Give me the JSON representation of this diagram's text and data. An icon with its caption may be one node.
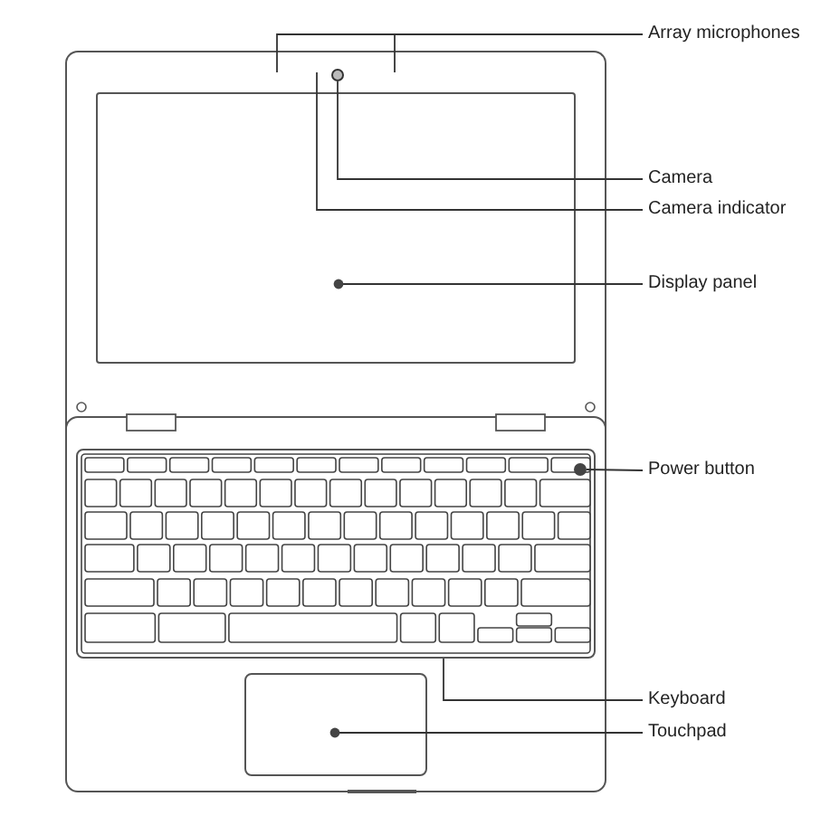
{
  "diagram": {
    "nodes": [
      {
        "text": [],
        "shape": "box"
      },
      {
        "text": [],
        "shape": "circle",
        "in": 0
      },
      {
        "text": [],
        "shape": "box",
        "in": 0
      },
      {
        "text": [],
        "shape": "box"
      },
      {
        "text": [],
        "shape": "box",
        "in": 3
      },
      {
        "text": [],
        "shape": "circle",
        "in": 4
      },
      {
        "text": [],
        "shape": "box",
        "in": 3
      },
      {
        "text": [
          "Array microphones"
        ]
      },
      {
        "text": [
          "Camera"
        ]
      },
      {
        "text": [
          "Camera indicator"
        ]
      },
      {
        "text": [
          "Display panel"
        ]
      },
      {
        "text": [
          "Power button"
        ]
      },
      {
        "text": [
          "Keyboard"
        ]
      },
      {
        "text": [
          "Touchpad"
        ]
      }
    ],
    "edges": [
      {
        "from": 7,
        "to": 0,
        "arrow": "none"
      },
      {
        "from": 7,
        "to": 0,
        "arrow": "none"
      },
      {
        "from": 8,
        "to": 1,
        "arrow": "none"
      },
      {
        "from": 9,
        "to": 0,
        "arrow": "none"
      },
      {
        "from": 10,
        "to": 2,
        "arrow": "other"
      },
      {
        "from": 11,
        "to": 5,
        "arrow": "none"
      },
      {
        "from": 12,
        "to": 4,
        "arrow": "none"
      },
      {
        "from": 13,
        "to": 6,
        "arrow": "other"
      }
    ]
  }
}
